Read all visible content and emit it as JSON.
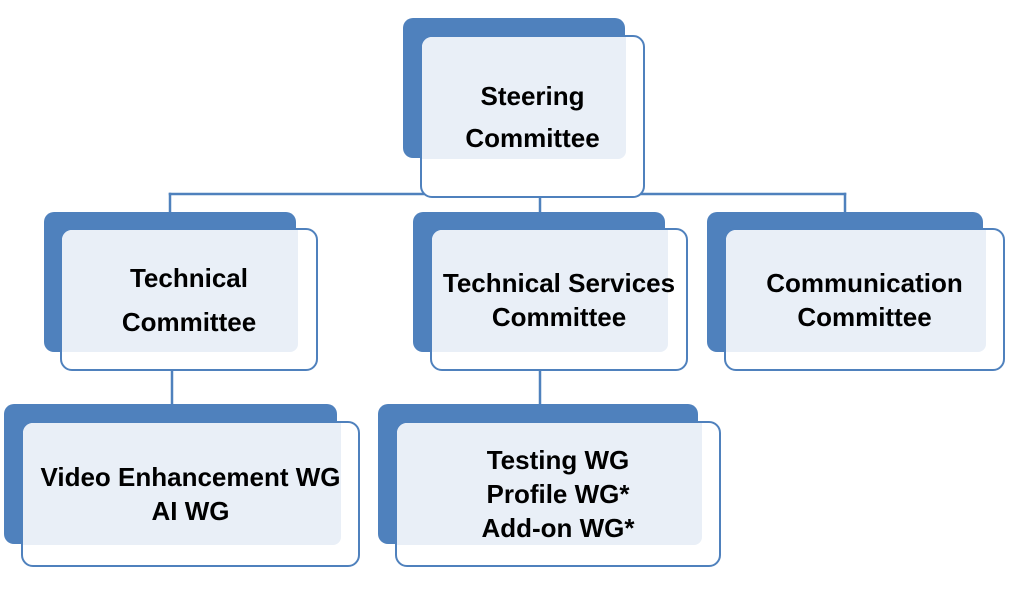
{
  "diagram": {
    "type": "org-chart",
    "colors": {
      "shadow": "#4f81bd",
      "border": "#4f81bd",
      "fill": "#e9eff7",
      "connector": "#4f81bd"
    },
    "nodes": {
      "steering": {
        "lines": [
          "Steering",
          "Committee"
        ]
      },
      "technical": {
        "lines": [
          "Technical",
          "Committee"
        ]
      },
      "technical_services": {
        "lines": [
          "Technical Services",
          "Committee"
        ]
      },
      "communication": {
        "lines": [
          "Communication",
          "Committee"
        ]
      },
      "tc_working_groups": {
        "lines": [
          "Video Enhancement WG",
          "AI WG"
        ]
      },
      "tsc_working_groups": {
        "lines": [
          "Testing WG",
          "Profile WG*",
          "Add-on WG*"
        ]
      }
    },
    "edges": [
      [
        "steering",
        "technical"
      ],
      [
        "steering",
        "technical_services"
      ],
      [
        "steering",
        "communication"
      ],
      [
        "technical",
        "tc_working_groups"
      ],
      [
        "technical_services",
        "tsc_working_groups"
      ]
    ]
  }
}
